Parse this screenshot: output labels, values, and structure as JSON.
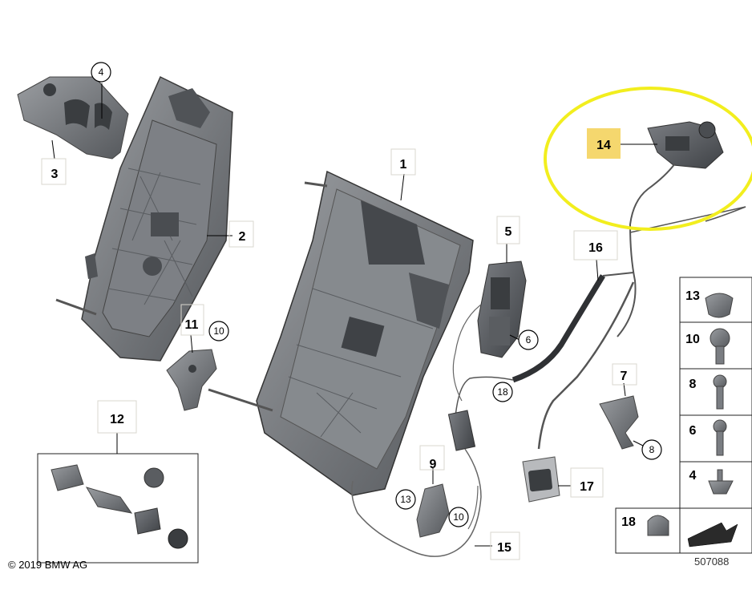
{
  "callouts": {
    "p1": "1",
    "p2": "2",
    "p3": "3",
    "p4": "4",
    "p5": "5",
    "p6": "6",
    "p7": "7",
    "p8": "8",
    "p9": "9",
    "p10": "10",
    "p11": "11",
    "p12": "12",
    "p13": "13",
    "p14": "14",
    "p15": "15",
    "p16": "16",
    "p17": "17",
    "p18": "18"
  },
  "legend": {
    "rows": [
      "13",
      "10",
      "8",
      "6",
      "4"
    ],
    "bottom": "18"
  },
  "footer": {
    "copyright": "© 2019 BMW AG",
    "doc_number": "507088"
  },
  "colors": {
    "highlight_ellipse": "#f2ee1e",
    "highlight_box": "#f5d76e",
    "part_gray": "#6b6e72"
  }
}
